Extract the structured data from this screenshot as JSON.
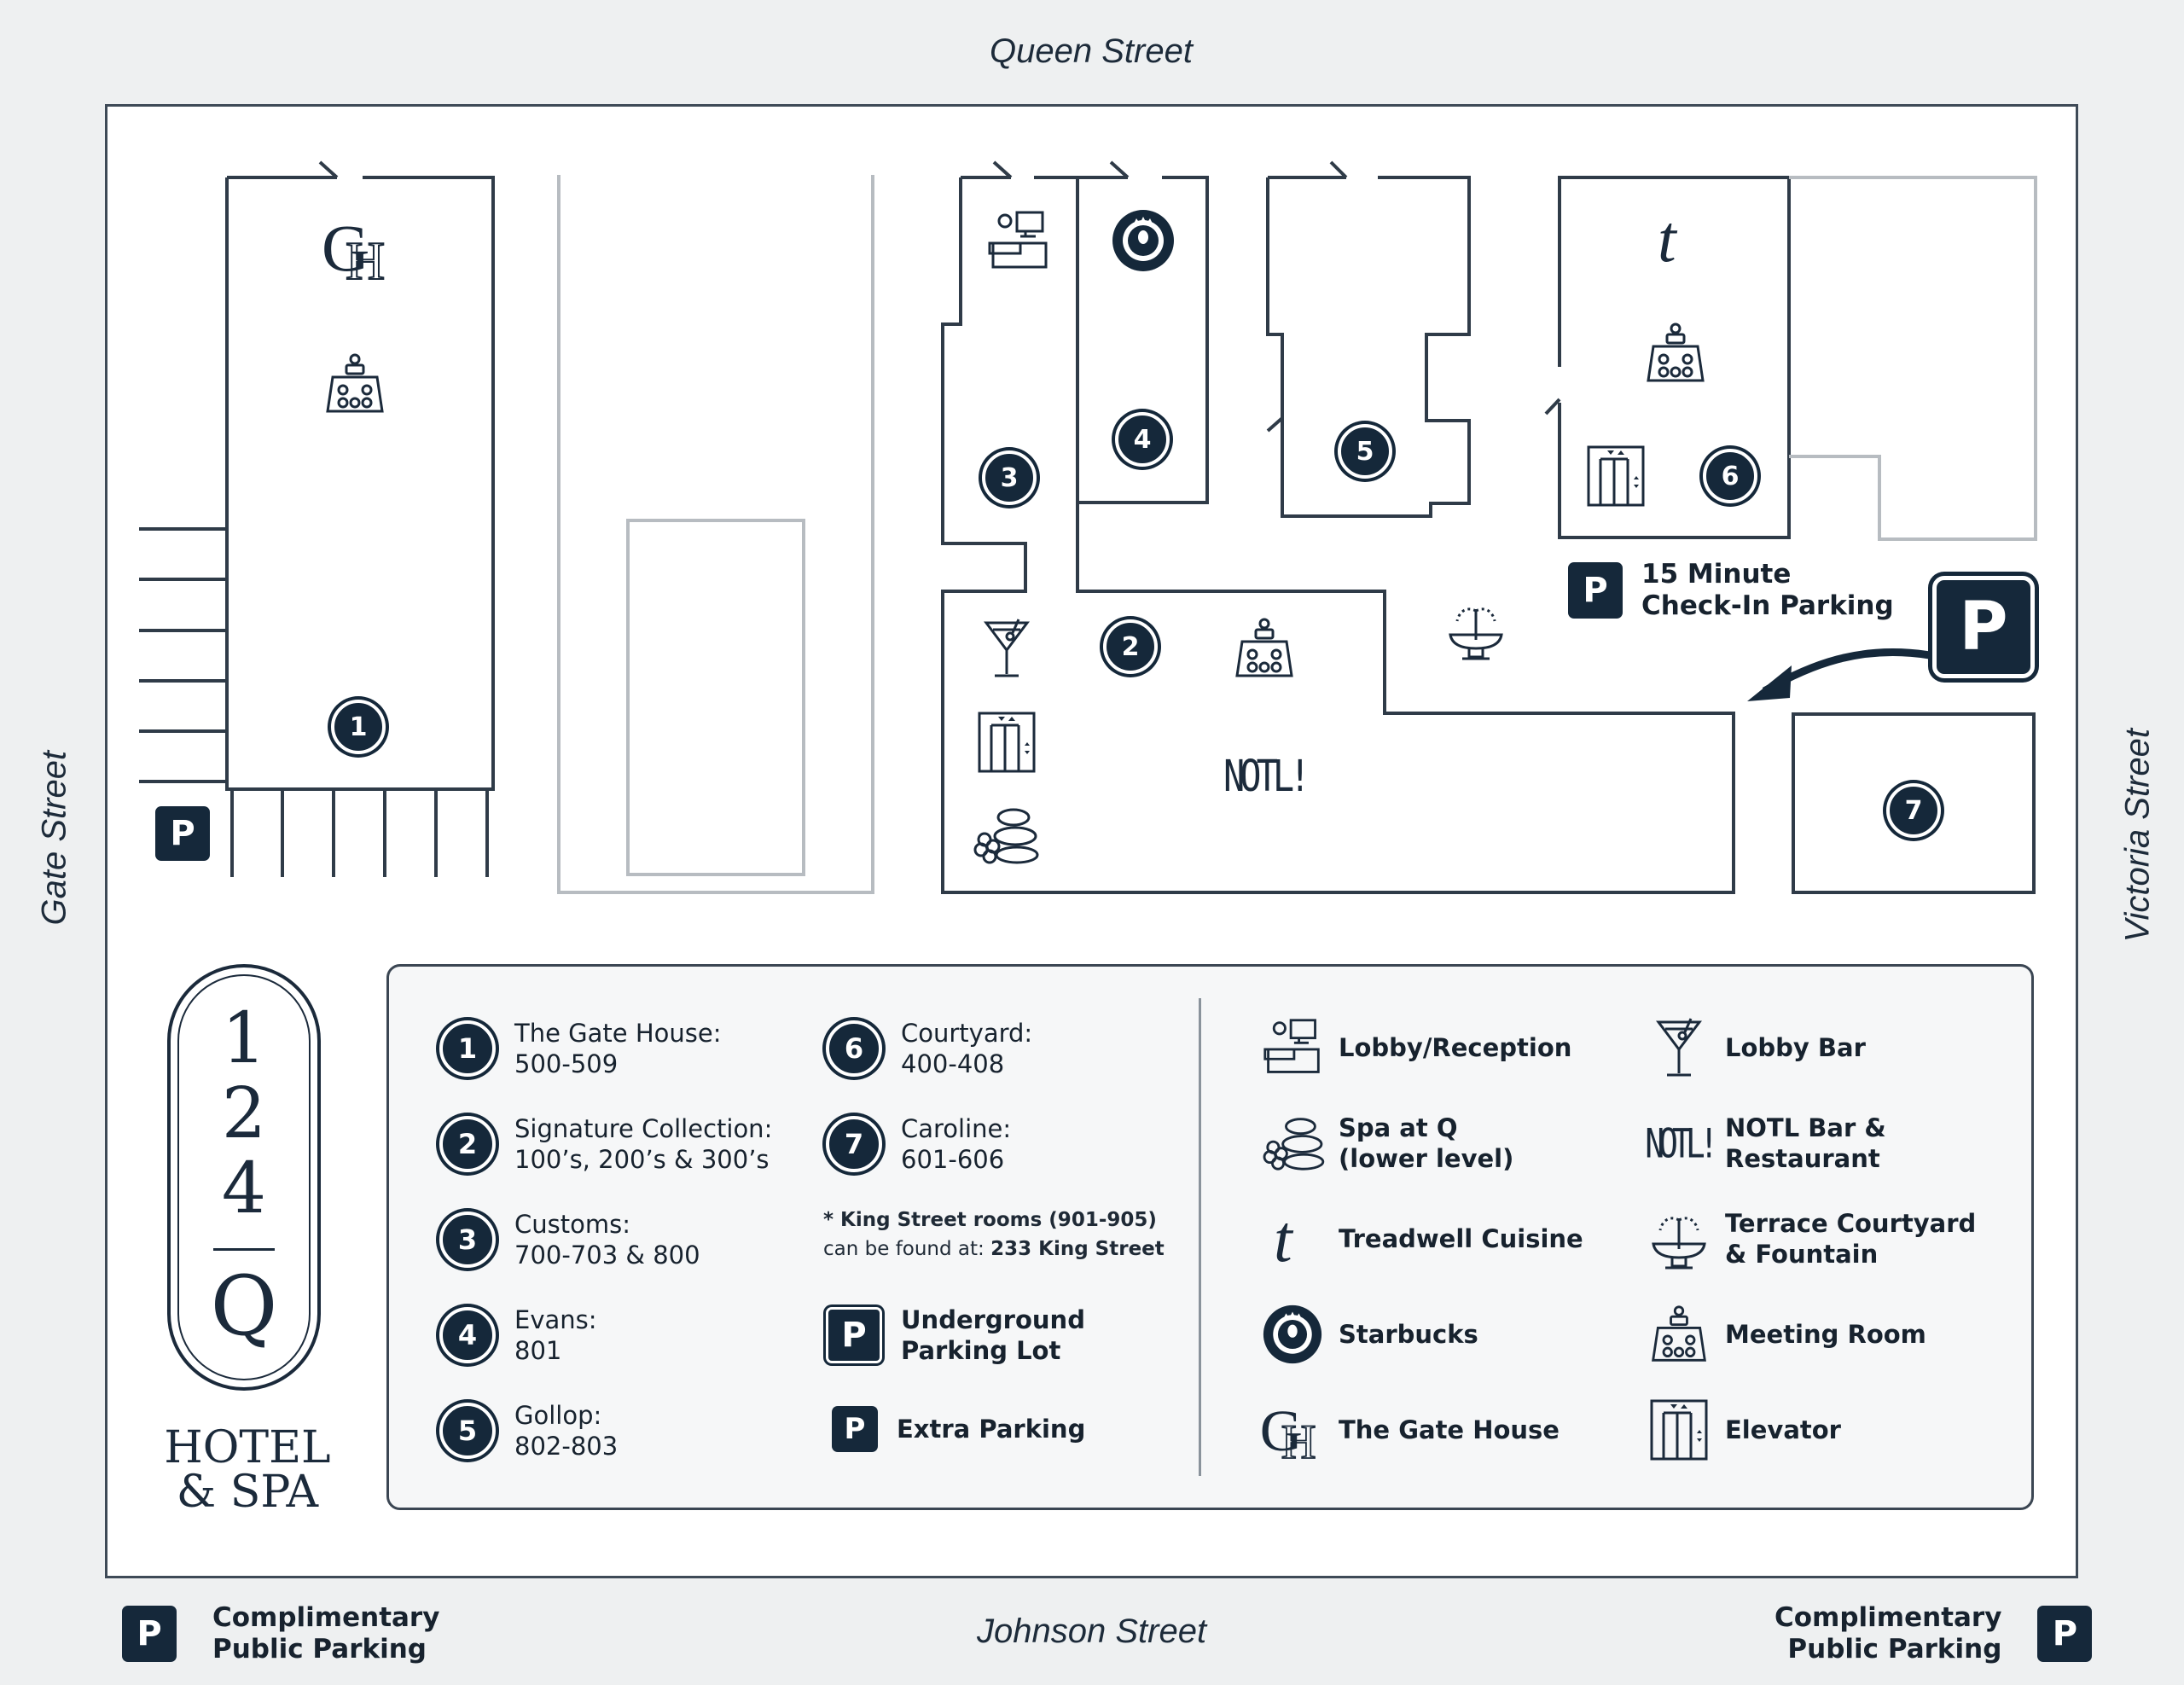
{
  "streets": {
    "top": "Queen Street",
    "bottom": "Johnson Street",
    "left": "Gate Street",
    "right": "Victoria Street"
  },
  "map_markers": [
    "1",
    "2",
    "3",
    "4",
    "5",
    "6",
    "7"
  ],
  "map_labels": {
    "checkin_line1": "15 Minute",
    "checkin_line2": "Check-In Parking",
    "parking_letter": "P",
    "notl_sign": "NOTL!"
  },
  "logo": {
    "digits": [
      "1",
      "2",
      "4"
    ],
    "letter": "Q",
    "line1": "HOTEL",
    "line2": "& SPA"
  },
  "legend": {
    "buildings": [
      {
        "num": "1",
        "name": "The Gate House:",
        "rooms": "500-509"
      },
      {
        "num": "2",
        "name": "Signature Collection:",
        "rooms": "100’s, 200’s & 300’s"
      },
      {
        "num": "3",
        "name": "Customs:",
        "rooms": "700-703 & 800"
      },
      {
        "num": "4",
        "name": "Evans:",
        "rooms": "801"
      },
      {
        "num": "5",
        "name": "Gollop:",
        "rooms": "802-803"
      },
      {
        "num": "6",
        "name": "Courtyard:",
        "rooms": "400-408"
      },
      {
        "num": "7",
        "name": "Caroline:",
        "rooms": "601-606"
      }
    ],
    "note_line1": "* King Street rooms (901-905)",
    "note_line2_prefix": "can be found at: ",
    "note_line2_bold": "233 King Street",
    "parking": [
      {
        "line1": "Underground",
        "line2": "Parking Lot"
      },
      {
        "line1": "Extra Parking",
        "line2": ""
      }
    ],
    "amenities_left": [
      {
        "icon": "reception-desk-icon",
        "line1": "Lobby/Reception",
        "line2": ""
      },
      {
        "icon": "spa-stones-icon",
        "line1": "Spa at Q",
        "line2": "(lower level)"
      },
      {
        "icon": "treadwell-t-icon",
        "line1": "Treadwell Cuisine",
        "line2": ""
      },
      {
        "icon": "starbucks-icon",
        "line1": "Starbucks",
        "line2": ""
      },
      {
        "icon": "gate-house-monogram-icon",
        "line1": "The Gate House",
        "line2": ""
      }
    ],
    "amenities_right": [
      {
        "icon": "cocktail-glass-icon",
        "line1": "Lobby Bar",
        "line2": ""
      },
      {
        "icon": "notl-logo-icon",
        "line1": "NOTL Bar &",
        "line2": "Restaurant"
      },
      {
        "icon": "fountain-icon",
        "line1": "Terrace Courtyard",
        "line2": "& Fountain"
      },
      {
        "icon": "meeting-room-icon",
        "line1": "Meeting Room",
        "line2": ""
      },
      {
        "icon": "elevator-icon",
        "line1": "Elevator",
        "line2": ""
      }
    ]
  },
  "corner_parking": {
    "left_line1": "Complimentary",
    "left_line2": "Public Parking",
    "right_line1": "Complimentary",
    "right_line2": "Public Parking"
  },
  "colors": {
    "navy": "#15283a",
    "background": "#eef0f1",
    "wall_dark": "#2f3b48",
    "wall_light": "#b7bcc1"
  }
}
